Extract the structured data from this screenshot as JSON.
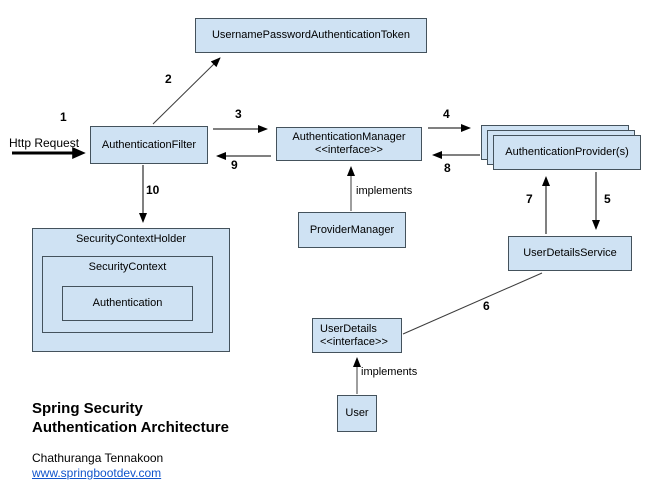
{
  "diagram": {
    "nodes": {
      "token": {
        "label": "UsernamePasswordAuthenticationToken"
      },
      "filter": {
        "label": "AuthenticationFilter"
      },
      "manager": {
        "line1": "AuthenticationManager",
        "line2": "<<interface>>"
      },
      "provider": {
        "label": "AuthenticationProvider(s)"
      },
      "provider_manager": {
        "label": "ProviderManager"
      },
      "user_details_service": {
        "label": "UserDetailsService"
      },
      "user_details": {
        "line1": "UserDetails",
        "line2": "<<interface>>"
      },
      "user": {
        "label": "User"
      },
      "security_context_holder": {
        "label": "SecurityContextHolder"
      },
      "security_context": {
        "label": "SecurityContext"
      },
      "authentication": {
        "label": "Authentication"
      }
    },
    "edge_labels": {
      "n1": "1",
      "n2": "2",
      "n3": "3",
      "n4": "4",
      "n5": "5",
      "n6": "6",
      "n7": "7",
      "n8": "8",
      "n9": "9",
      "n10": "10"
    },
    "implements_label": "implements",
    "http_request_label": "Http Request"
  },
  "footer": {
    "title_line1": "Spring Security",
    "title_line2": "Authentication Architecture",
    "author": "Chathuranga Tennakoon",
    "link": "www.springbootdev.com"
  },
  "colors": {
    "node_fill": "#cfe2f3",
    "node_border": "#44525c",
    "arrow": "#000000",
    "link": "#1155cc"
  }
}
